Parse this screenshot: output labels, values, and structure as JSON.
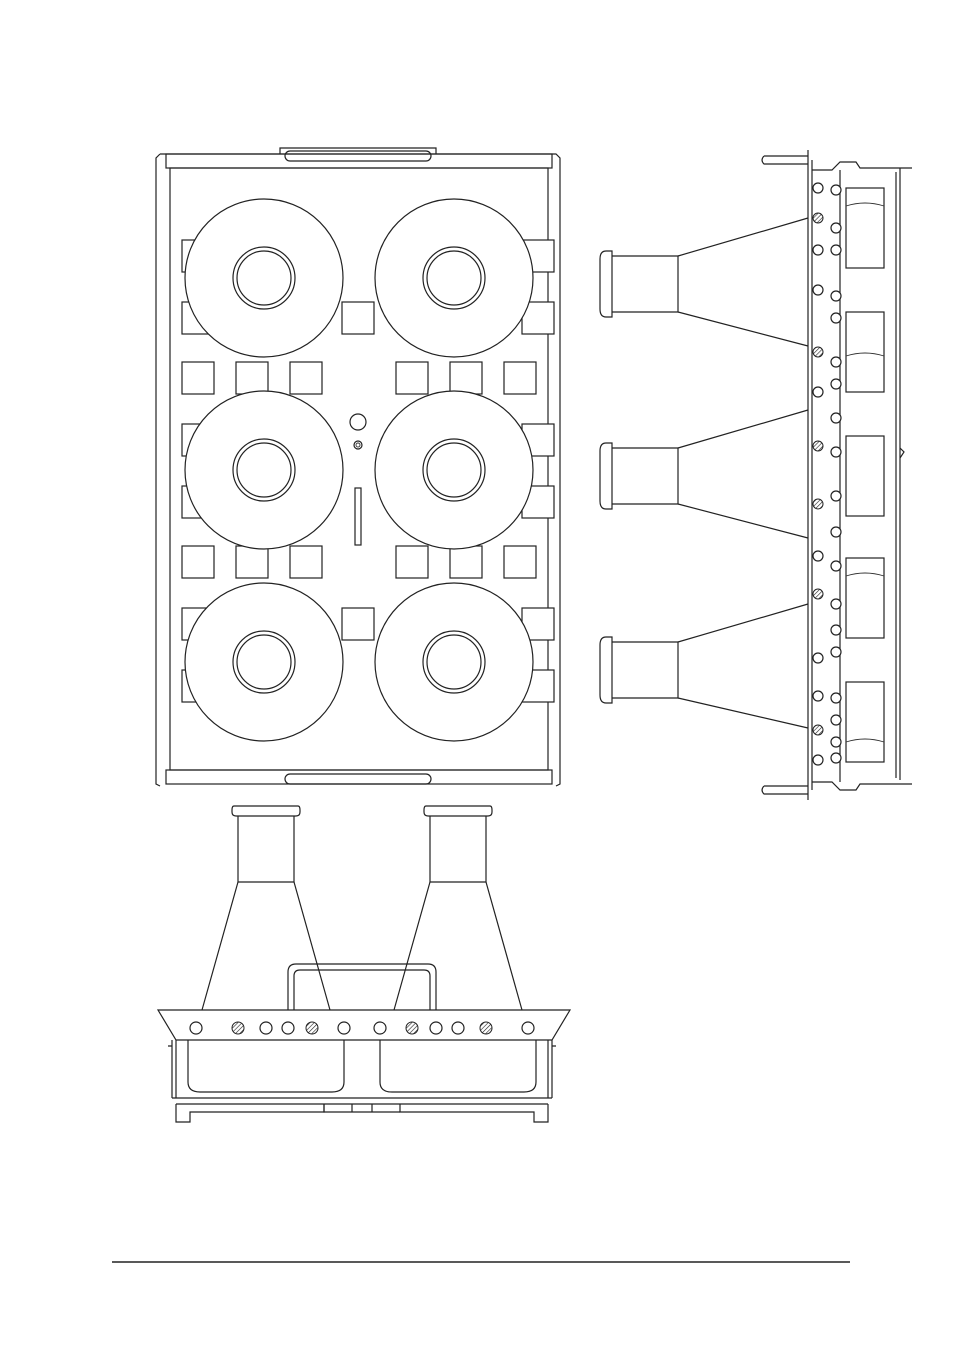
{
  "figure": {
    "description_label": "",
    "views": [
      "top-view",
      "side-view",
      "front-view"
    ]
  },
  "colors": {
    "line": "#222222",
    "background": "#ffffff"
  }
}
